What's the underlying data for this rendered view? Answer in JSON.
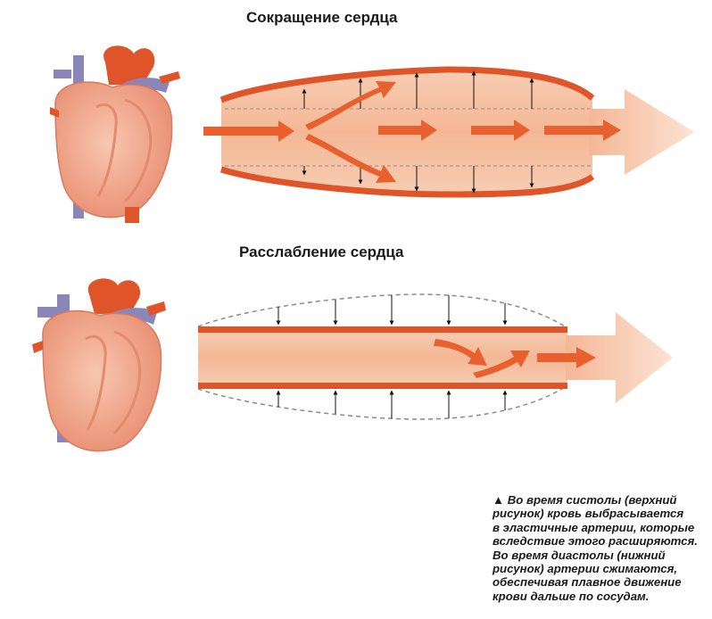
{
  "titles": {
    "top": "Сокращение сердца",
    "bottom": "Расслабление сердца"
  },
  "caption": {
    "marker": "▲",
    "lines": [
      "Во время систолы (верхний",
      "рисунок) кровь выбрасывается",
      "в эластичные артерии, которые",
      "вследствие этого расширяются.",
      "Во время диастолы (нижний",
      "рисунок) артерии сжимаются,",
      "обеспечивая плавное движение",
      "крови дальше по сосудам."
    ]
  },
  "colors": {
    "vessel_wall": "#e0542a",
    "vessel_fill": "#f5c0a0",
    "blood_arrow": "#e8602e",
    "heart_body": "#f2a98e",
    "heart_vessel_purple": "#8a86b8",
    "dashed_outline": "#8a8a8a"
  }
}
